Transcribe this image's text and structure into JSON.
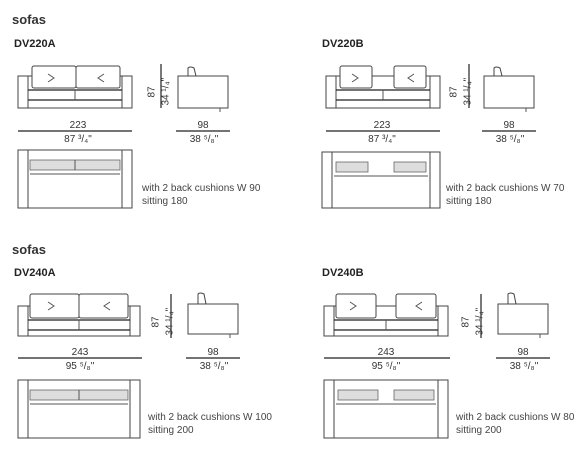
{
  "sections": [
    {
      "title": "sofas"
    },
    {
      "title": "sofas"
    }
  ],
  "models": [
    {
      "code": "DV220A",
      "width_cm": "223",
      "width_in": "87 ³/₄\"",
      "height_cm": "87",
      "height_in": "34 ¹/₄\"",
      "depth_cm": "98",
      "depth_in": "38 ⁵/₈\"",
      "note_line1": "with 2 back cushions W 90",
      "note_line2": "sitting 180"
    },
    {
      "code": "DV220B",
      "width_cm": "223",
      "width_in": "87 ³/₄\"",
      "height_cm": "87",
      "height_in": "34 ¹/₄\"",
      "depth_cm": "98",
      "depth_in": "38 ⁵/₈\"",
      "note_line1": "with 2 back cushions W 70",
      "note_line2": "sitting 180"
    },
    {
      "code": "DV240A",
      "width_cm": "243",
      "width_in": "95 ⁵/₈\"",
      "height_cm": "87",
      "height_in": "34 ¹/₄\"",
      "depth_cm": "98",
      "depth_in": "38 ⁵/₈\"",
      "note_line1": "with 2 back cushions W 100",
      "note_line2": "sitting 200"
    },
    {
      "code": "DV240B",
      "width_cm": "243",
      "width_in": "95 ⁵/₈\"",
      "height_cm": "87",
      "height_in": "34 ¹/₄\"",
      "depth_cm": "98",
      "depth_in": "38 ⁵/₈\"",
      "note_line1": "with 2 back cushions W 80",
      "note_line2": "sitting 200"
    }
  ]
}
